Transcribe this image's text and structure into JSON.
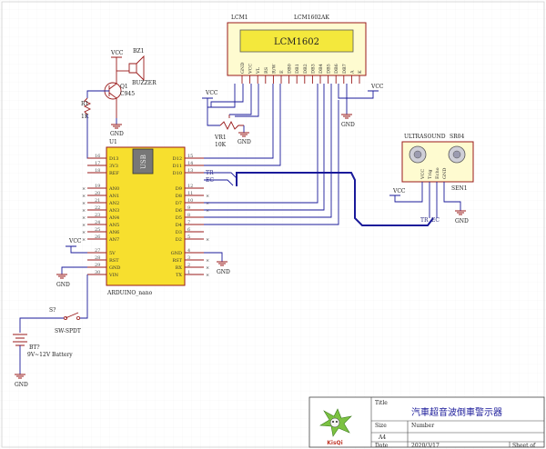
{
  "lcm": {
    "ref": "LCM1",
    "part": "LCM1602AK",
    "screen_text": "LCM1602",
    "pins": [
      "GND",
      "VCC",
      "VL",
      "RS",
      "R/W",
      "E",
      "DB0",
      "DB1",
      "DB2",
      "DB3",
      "DB4",
      "DB5",
      "DB6",
      "DB7",
      "A",
      "K"
    ]
  },
  "buzzer": {
    "ref": "BZ1",
    "name": "BUZZER"
  },
  "transistor": {
    "ref": "Q1",
    "part": "C945"
  },
  "resistor": {
    "ref": "R1",
    "value": "1K"
  },
  "pot": {
    "ref": "VR1",
    "value": "10K"
  },
  "arduino": {
    "ref": "U1",
    "name": "ARDUINO_nano",
    "usb": "USB",
    "left_pins": [
      {
        "num": "16",
        "name": "D13"
      },
      {
        "num": "17",
        "name": "3V3"
      },
      {
        "num": "18",
        "name": "REF"
      },
      {
        "num": "19",
        "name": "AN0"
      },
      {
        "num": "20",
        "name": "AN1"
      },
      {
        "num": "21",
        "name": "AN2"
      },
      {
        "num": "22",
        "name": "AN3"
      },
      {
        "num": "23",
        "name": "AN4"
      },
      {
        "num": "24",
        "name": "AN5"
      },
      {
        "num": "25",
        "name": "AN6"
      },
      {
        "num": "26",
        "name": "AN7"
      },
      {
        "num": "27",
        "name": "5V"
      },
      {
        "num": "28",
        "name": "RST"
      },
      {
        "num": "29",
        "name": "GND"
      },
      {
        "num": "30",
        "name": "VIN"
      }
    ],
    "right_pins": [
      {
        "num": "15",
        "name": "D12"
      },
      {
        "num": "14",
        "name": "D11"
      },
      {
        "num": "13",
        "name": "D10"
      },
      {
        "num": "12",
        "name": "D9"
      },
      {
        "num": "11",
        "name": "D8"
      },
      {
        "num": "10",
        "name": "D7"
      },
      {
        "num": "9",
        "name": "D6"
      },
      {
        "num": "8",
        "name": "D5"
      },
      {
        "num": "7",
        "name": "D4"
      },
      {
        "num": "6",
        "name": "D3"
      },
      {
        "num": "5",
        "name": "D2"
      },
      {
        "num": "4",
        "name": "GND"
      },
      {
        "num": "3",
        "name": "RST"
      },
      {
        "num": "2",
        "name": "RX"
      },
      {
        "num": "1",
        "name": "TX"
      }
    ]
  },
  "ultrasound": {
    "title": "ULTRASOUND",
    "part": "SR04",
    "ref": "SEN1",
    "pins": [
      "VCC",
      "Trig",
      "Echo",
      "GND"
    ]
  },
  "switch": {
    "ref": "S?",
    "name": "SW-SPDT"
  },
  "battery": {
    "ref": "BT?",
    "name": "9V~12V Battery"
  },
  "nets": {
    "vcc": "VCC",
    "gnd": "GND",
    "tr": "TR",
    "ec": "EC"
  },
  "title_block": {
    "title_label": "Title",
    "title_value": "汽車超音波倒車警示器",
    "size_label": "Size",
    "size_value": "A4",
    "number_label": "Number",
    "date_label": "Date",
    "date_value": "2020/3/17",
    "sheet_label": "Sheet of",
    "logo_text": "KisQi"
  },
  "colors": {
    "wire": "#1a1a9a",
    "component": "#9a1a1a",
    "lcd_body": "#fefbd0",
    "lcd_screen": "#f4e83c",
    "nano_body": "#f7df2e"
  }
}
